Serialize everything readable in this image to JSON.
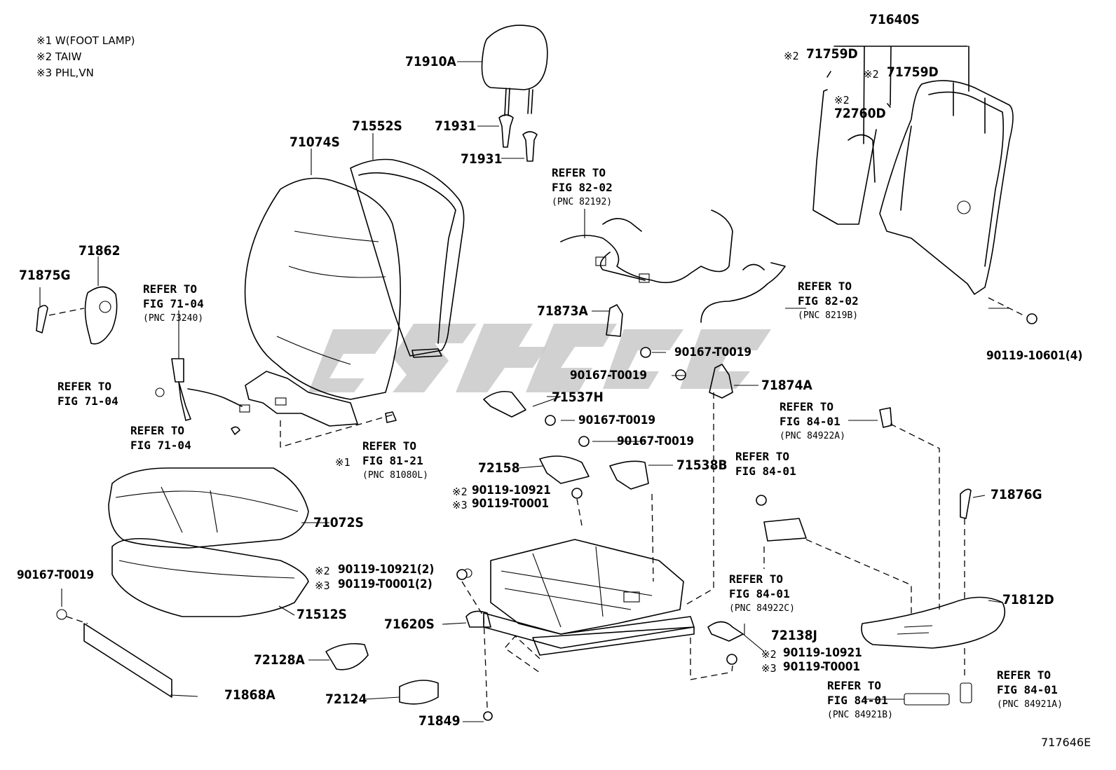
{
  "notes": [
    "※1 W(FOOT LAMP)",
    "※2 TAIW",
    "※3 PHL,VN"
  ],
  "figure_number": "717646E",
  "parts": {
    "p71910A": "71910A",
    "p71931a": "71931",
    "p71931b": "71931",
    "p71074S": "71074S",
    "p71552S": "71552S",
    "p71862": "71862",
    "p71875G": "71875G",
    "p71640S": "71640S",
    "p71759D_1": "71759D",
    "p71759D_2": "71759D",
    "p72760D": "72760D",
    "p90119_10601": "90119-10601(4)",
    "p71873A": "71873A",
    "p90167_T0019_a": "90167-T0019",
    "p90167_T0019_b": "90167-T0019",
    "p71874A": "71874A",
    "p71537H": "71537H",
    "p90167_T0019_c": "90167-T0019",
    "p90167_T0019_d": "90167-T0019",
    "p72158": "72158",
    "p71538B": "71538B",
    "p90119_10921_a": "90119-10921",
    "p90119_T0001_a": "90119-T0001",
    "p71072S": "71072S",
    "p90167_T0019_e": "90167-T0019",
    "p90119_10921_b": "90119-10921(2)",
    "p90119_T0001_b": "90119-T0001(2)",
    "p71512S": "71512S",
    "p71620S": "71620S",
    "p72128A": "72128A",
    "p72124": "72124",
    "p71868A": "71868A",
    "p71849": "71849",
    "p71876G": "71876G",
    "p71812D": "71812D",
    "p72138J": "72138J",
    "p90119_10921_c": "90119-10921",
    "p90119_T0001_c": "90119-T0001"
  },
  "marks": {
    "m2": "※2",
    "m3": "※3",
    "m1": "※1"
  },
  "refs": {
    "r1": {
      "l1": "REFER TO",
      "l2": "FIG 82-02",
      "pnc": "(PNC 82192)"
    },
    "r2": {
      "l1": "REFER TO",
      "l2": "FIG 71-04",
      "pnc": "(PNC 73240)"
    },
    "r3": {
      "l1": "REFER TO",
      "l2": "FIG 82-02",
      "pnc": "(PNC 8219B)"
    },
    "r4": {
      "l1": "REFER TO",
      "l2": "FIG 71-04"
    },
    "r5": {
      "l1": "REFER TO",
      "l2": "FIG 71-04"
    },
    "r6": {
      "l1": "REFER TO",
      "l2": "FIG 81-21",
      "pnc": "(PNC 81080L)"
    },
    "r7": {
      "l1": "REFER TO",
      "l2": "FIG 84-01",
      "pnc": "(PNC 84922A)"
    },
    "r8": {
      "l1": "REFER TO",
      "l2": "FIG 84-01"
    },
    "r9": {
      "l1": "REFER TO",
      "l2": "FIG 84-01",
      "pnc": "(PNC 84922C)"
    },
    "r10": {
      "l1": "REFER TO",
      "l2": "FIG 84-01",
      "pnc": "(PNC 84921B)"
    },
    "r11": {
      "l1": "REFER TO",
      "l2": "FIG 84-01",
      "pnc": "(PNC 84921A)"
    }
  }
}
